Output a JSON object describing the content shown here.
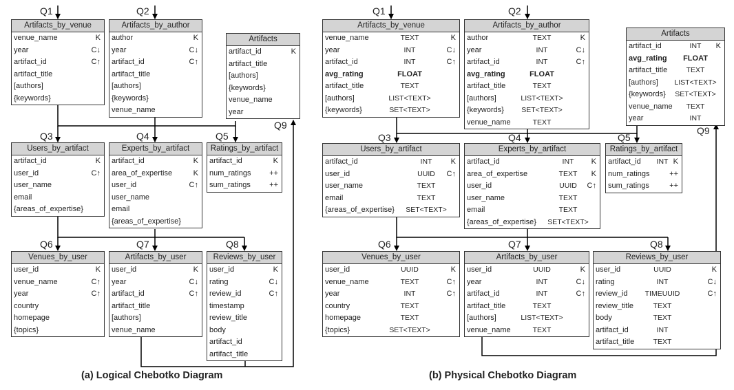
{
  "captions": {
    "logical": "(a) Logical Chebotko Diagram",
    "physical": "(b) Physical Chebotko Diagram"
  },
  "logical": {
    "queries": {
      "q1": "Q1",
      "q2": "Q2",
      "q3": "Q3",
      "q4": "Q4",
      "q5": "Q5",
      "q6": "Q6",
      "q7": "Q7",
      "q8": "Q8",
      "q9": "Q9"
    },
    "tables": {
      "artifacts_by_venue": {
        "title": "Artifacts_by_venue",
        "rows": [
          {
            "name": "venue_name",
            "key": "K"
          },
          {
            "name": "year",
            "key": "C↓"
          },
          {
            "name": "artifact_id",
            "key": "C↑"
          },
          {
            "name": "artifact_title",
            "key": ""
          },
          {
            "name": "[authors]",
            "key": ""
          },
          {
            "name": "{keywords}",
            "key": ""
          }
        ]
      },
      "artifacts_by_author": {
        "title": "Artifacts_by_author",
        "rows": [
          {
            "name": "author",
            "key": "K"
          },
          {
            "name": "year",
            "key": "C↓"
          },
          {
            "name": "artifact_id",
            "key": "C↑"
          },
          {
            "name": "artifact_title",
            "key": ""
          },
          {
            "name": "[authors]",
            "key": ""
          },
          {
            "name": "{keywords}",
            "key": ""
          },
          {
            "name": "venue_name",
            "key": ""
          }
        ]
      },
      "artifacts": {
        "title": "Artifacts",
        "rows": [
          {
            "name": "artifact_id",
            "key": "K"
          },
          {
            "name": "artifact_title",
            "key": ""
          },
          {
            "name": "[authors]",
            "key": ""
          },
          {
            "name": "{keywords}",
            "key": ""
          },
          {
            "name": "venue_name",
            "key": ""
          },
          {
            "name": "year",
            "key": ""
          }
        ]
      },
      "users_by_artifact": {
        "title": "Users_by_artifact",
        "rows": [
          {
            "name": "artifact_id",
            "key": "K"
          },
          {
            "name": "user_id",
            "key": "C↑"
          },
          {
            "name": "user_name",
            "key": ""
          },
          {
            "name": "email",
            "key": ""
          },
          {
            "name": "{areas_of_expertise}",
            "key": ""
          }
        ]
      },
      "experts_by_artifact": {
        "title": "Experts_by_artifact",
        "rows": [
          {
            "name": "artifact_id",
            "key": "K"
          },
          {
            "name": "area_of_expertise",
            "key": "K"
          },
          {
            "name": "user_id",
            "key": "C↑"
          },
          {
            "name": "user_name",
            "key": ""
          },
          {
            "name": "email",
            "key": ""
          },
          {
            "name": "{areas_of_expertise}",
            "key": ""
          }
        ]
      },
      "ratings_by_artifact": {
        "title": "Ratings_by_artifact",
        "rows": [
          {
            "name": "artifact_id",
            "key": "K"
          },
          {
            "name": "num_ratings",
            "key": "++"
          },
          {
            "name": "sum_ratings",
            "key": "++"
          }
        ]
      },
      "venues_by_user": {
        "title": "Venues_by_user",
        "rows": [
          {
            "name": "user_id",
            "key": "K"
          },
          {
            "name": "venue_name",
            "key": "C↑"
          },
          {
            "name": "year",
            "key": "C↑"
          },
          {
            "name": "country",
            "key": ""
          },
          {
            "name": "homepage",
            "key": ""
          },
          {
            "name": "{topics}",
            "key": ""
          }
        ]
      },
      "artifacts_by_user": {
        "title": "Artifacts_by_user",
        "rows": [
          {
            "name": "user_id",
            "key": "K"
          },
          {
            "name": "year",
            "key": "C↓"
          },
          {
            "name": "artifact_id",
            "key": "C↑"
          },
          {
            "name": "artifact_title",
            "key": ""
          },
          {
            "name": "[authors]",
            "key": ""
          },
          {
            "name": "venue_name",
            "key": ""
          }
        ]
      },
      "reviews_by_user": {
        "title": "Reviews_by_user",
        "rows": [
          {
            "name": "user_id",
            "key": "K"
          },
          {
            "name": "rating",
            "key": "C↓"
          },
          {
            "name": "review_id",
            "key": "C↑"
          },
          {
            "name": "timestamp",
            "key": ""
          },
          {
            "name": "review_title",
            "key": ""
          },
          {
            "name": "body",
            "key": ""
          },
          {
            "name": "artifact_id",
            "key": ""
          },
          {
            "name": "artifact_title",
            "key": ""
          }
        ]
      }
    }
  },
  "physical": {
    "queries": {
      "q1": "Q1",
      "q2": "Q2",
      "q3": "Q3",
      "q4": "Q4",
      "q5": "Q5",
      "q6": "Q6",
      "q7": "Q7",
      "q8": "Q8",
      "q9": "Q9"
    },
    "tables": {
      "artifacts_by_venue": {
        "title": "Artifacts_by_venue",
        "rows": [
          {
            "name": "venue_name",
            "type": "TEXT",
            "key": "K"
          },
          {
            "name": "year",
            "type": "INT",
            "key": "C↓"
          },
          {
            "name": "artifact_id",
            "type": "INT",
            "key": "C↑"
          },
          {
            "name": "avg_rating",
            "type": "FLOAT",
            "key": "",
            "bold": true
          },
          {
            "name": "artifact_title",
            "type": "TEXT",
            "key": ""
          },
          {
            "name": "[authors]",
            "type": "LIST<TEXT>",
            "key": ""
          },
          {
            "name": "{keywords}",
            "type": "SET<TEXT>",
            "key": ""
          }
        ]
      },
      "artifacts_by_author": {
        "title": "Artifacts_by_author",
        "rows": [
          {
            "name": "author",
            "type": "TEXT",
            "key": "K"
          },
          {
            "name": "year",
            "type": "INT",
            "key": "C↓"
          },
          {
            "name": "artifact_id",
            "type": "INT",
            "key": "C↑"
          },
          {
            "name": "avg_rating",
            "type": "FLOAT",
            "key": "",
            "bold": true
          },
          {
            "name": "artifact_title",
            "type": "TEXT",
            "key": ""
          },
          {
            "name": "[authors]",
            "type": "LIST<TEXT>",
            "key": ""
          },
          {
            "name": "{keywords}",
            "type": "SET<TEXT>",
            "key": ""
          },
          {
            "name": "venue_name",
            "type": "TEXT",
            "key": ""
          }
        ]
      },
      "artifacts": {
        "title": "Artifacts",
        "rows": [
          {
            "name": "artifact_id",
            "type": "INT",
            "key": "K"
          },
          {
            "name": "avg_rating",
            "type": "FLOAT",
            "key": "",
            "bold": true
          },
          {
            "name": "artifact_title",
            "type": "TEXT",
            "key": ""
          },
          {
            "name": "[authors]",
            "type": "LIST<TEXT>",
            "key": ""
          },
          {
            "name": "{keywords}",
            "type": "SET<TEXT>",
            "key": ""
          },
          {
            "name": "venue_name",
            "type": "TEXT",
            "key": ""
          },
          {
            "name": "year",
            "type": "INT",
            "key": ""
          }
        ]
      },
      "users_by_artifact": {
        "title": "Users_by_artifact",
        "rows": [
          {
            "name": "artifact_id",
            "type": "INT",
            "key": "K"
          },
          {
            "name": "user_id",
            "type": "UUID",
            "key": "C↑"
          },
          {
            "name": "user_name",
            "type": "TEXT",
            "key": ""
          },
          {
            "name": "email",
            "type": "TEXT",
            "key": ""
          },
          {
            "name": "{areas_of_expertise}",
            "type": "SET<TEXT>",
            "key": ""
          }
        ]
      },
      "experts_by_artifact": {
        "title": "Experts_by_artifact",
        "rows": [
          {
            "name": "artifact_id",
            "type": "INT",
            "key": "K"
          },
          {
            "name": "area_of_expertise",
            "type": "TEXT",
            "key": "K"
          },
          {
            "name": "user_id",
            "type": "UUID",
            "key": "C↑"
          },
          {
            "name": "user_name",
            "type": "TEXT",
            "key": ""
          },
          {
            "name": "email",
            "type": "TEXT",
            "key": ""
          },
          {
            "name": "{areas_of_expertise}",
            "type": "SET<TEXT>",
            "key": ""
          }
        ]
      },
      "ratings_by_artifact": {
        "title": "Ratings_by_artifact",
        "rows": [
          {
            "name": "artifact_id",
            "type": "INT",
            "key": "K"
          },
          {
            "name": "num_ratings",
            "type": "",
            "key": "++"
          },
          {
            "name": "sum_ratings",
            "type": "",
            "key": "++"
          }
        ]
      },
      "venues_by_user": {
        "title": "Venues_by_user",
        "rows": [
          {
            "name": "user_id",
            "type": "UUID",
            "key": "K"
          },
          {
            "name": "venue_name",
            "type": "TEXT",
            "key": "C↑"
          },
          {
            "name": "year",
            "type": "INT",
            "key": "C↑"
          },
          {
            "name": "country",
            "type": "TEXT",
            "key": ""
          },
          {
            "name": "homepage",
            "type": "TEXT",
            "key": ""
          },
          {
            "name": "{topics}",
            "type": "SET<TEXT>",
            "key": ""
          }
        ]
      },
      "artifacts_by_user": {
        "title": "Artifacts_by_user",
        "rows": [
          {
            "name": "user_id",
            "type": "UUID",
            "key": "K"
          },
          {
            "name": "year",
            "type": "INT",
            "key": "C↓"
          },
          {
            "name": "artifact_id",
            "type": "INT",
            "key": "C↑"
          },
          {
            "name": "artifact_title",
            "type": "TEXT",
            "key": ""
          },
          {
            "name": "[authors]",
            "type": "LIST<TEXT>",
            "key": ""
          },
          {
            "name": "venue_name",
            "type": "TEXT",
            "key": ""
          }
        ]
      },
      "reviews_by_user": {
        "title": "Reviews_by_user",
        "rows": [
          {
            "name": "user_id",
            "type": "UUID",
            "key": "K"
          },
          {
            "name": "rating",
            "type": "INT",
            "key": "C↓"
          },
          {
            "name": "review_id",
            "type": "TIMEUUID",
            "key": "C↑"
          },
          {
            "name": "review_title",
            "type": "TEXT",
            "key": ""
          },
          {
            "name": "body",
            "type": "TEXT",
            "key": ""
          },
          {
            "name": "artifact_id",
            "type": "INT",
            "key": ""
          },
          {
            "name": "artifact_title",
            "type": "TEXT",
            "key": ""
          }
        ]
      }
    }
  }
}
